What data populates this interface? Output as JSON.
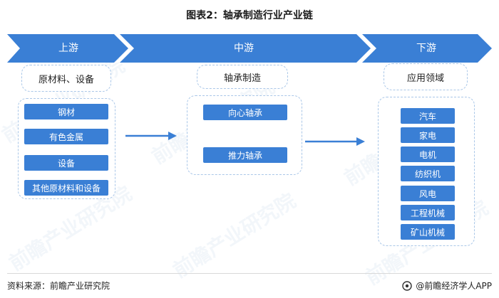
{
  "title": "图表2：轴承制造行业产业链",
  "stages": {
    "upstream": "上游",
    "midstream": "中游",
    "downstream": "下游"
  },
  "upstream": {
    "heading": "原材料、设备",
    "items": [
      "钢材",
      "有色金属",
      "设备",
      "其他原材料和设备"
    ]
  },
  "midstream": {
    "heading": "轴承制造",
    "items": [
      "向心轴承",
      "推力轴承"
    ]
  },
  "downstream": {
    "heading": "应用领域",
    "items": [
      "汽车",
      "家电",
      "电机",
      "纺织机",
      "风电",
      "工程机械",
      "矿山机械"
    ]
  },
  "footer": {
    "source": "资料来源：前瞻产业研究院",
    "brand": "@前瞻经济学人APP"
  },
  "watermark": "前瞻产业研究院",
  "colors": {
    "banner": "#3a7fd5",
    "pill": "#3a7fd5",
    "dashed_border": "#aac7e8"
  }
}
